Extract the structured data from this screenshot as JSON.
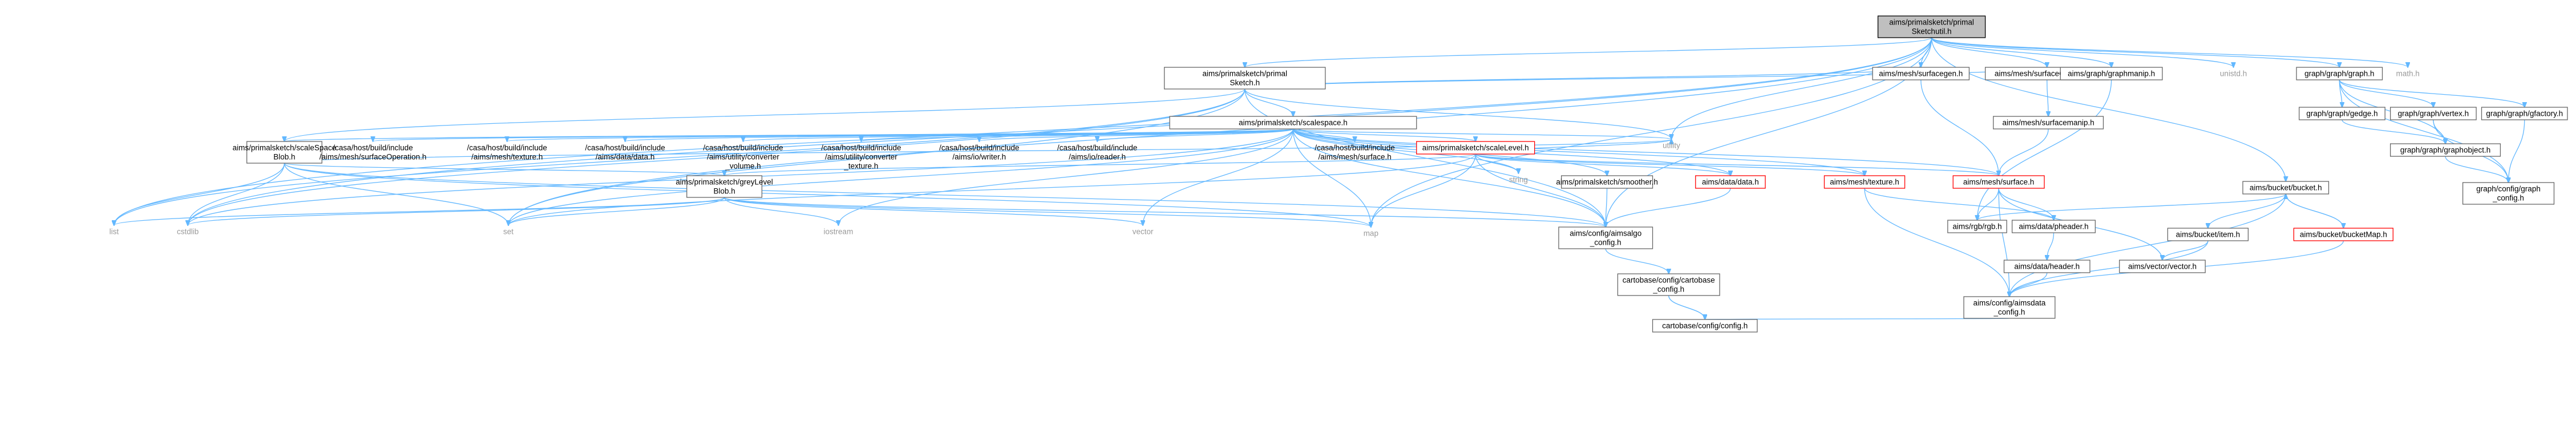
{
  "diagram": {
    "type": "include-dependency-graph",
    "colors": {
      "edge": "#63b8ff",
      "root_fill": "#bfbfbf",
      "node_border": "#666666",
      "highlight_border": "#ff0000",
      "system_header_text": "#9a9a9a"
    },
    "nodes": [
      {
        "id": "root",
        "label": [
          "aims/primalsketch/primal",
          "Sketchutil.h"
        ],
        "kind": "root"
      },
      {
        "id": "primalSketch",
        "label": [
          "aims/primalsketch/primal",
          "Sketch.h"
        ],
        "kind": "normal"
      },
      {
        "id": "scalespace",
        "label": [
          "aims/primalsketch/scalespace.h"
        ],
        "kind": "normal"
      },
      {
        "id": "ssblob",
        "label": [
          "aims/primalsketch/scaleSpace",
          "Blob.h"
        ],
        "kind": "normal"
      },
      {
        "id": "scalelevel",
        "label": [
          "aims/primalsketch/scaleLevel.h"
        ],
        "kind": "red"
      },
      {
        "id": "greylevel",
        "label": [
          "aims/primalsketch/greyLevel",
          "Blob.h"
        ],
        "kind": "normal"
      },
      {
        "id": "smoother",
        "label": [
          "aims/primalsketch/smoother.h"
        ],
        "kind": "normal"
      },
      {
        "id": "c_surfop",
        "label": [
          "/casa/host/build/include",
          "/aims/mesh/surfaceOperation.h"
        ],
        "kind": "plain"
      },
      {
        "id": "c_texture",
        "label": [
          "/casa/host/build/include",
          "/aims/mesh/texture.h"
        ],
        "kind": "plain"
      },
      {
        "id": "c_data",
        "label": [
          "/casa/host/build/include",
          "/aims/data/data.h"
        ],
        "kind": "plain"
      },
      {
        "id": "c_convvol",
        "label": [
          "/casa/host/build/include",
          "/aims/utility/converter",
          "_volume.h"
        ],
        "kind": "plain"
      },
      {
        "id": "c_convtex",
        "label": [
          "/casa/host/build/include",
          "/aims/utility/converter",
          "_texture.h"
        ],
        "kind": "plain"
      },
      {
        "id": "c_writer",
        "label": [
          "/casa/host/build/include",
          "/aims/io/writer.h"
        ],
        "kind": "plain"
      },
      {
        "id": "c_reader",
        "label": [
          "/casa/host/build/include",
          "/aims/io/reader.h"
        ],
        "kind": "plain"
      },
      {
        "id": "c_surface",
        "label": [
          "/casa/host/build/include",
          "/aims/mesh/surface.h"
        ],
        "kind": "plain"
      },
      {
        "id": "string",
        "label": [
          "string"
        ],
        "kind": "grey"
      },
      {
        "id": "utility",
        "label": [
          "utility"
        ],
        "kind": "grey"
      },
      {
        "id": "datadata",
        "label": [
          "aims/data/data.h"
        ],
        "kind": "red"
      },
      {
        "id": "meshtexture",
        "label": [
          "aims/mesh/texture.h"
        ],
        "kind": "red"
      },
      {
        "id": "meshsurface",
        "label": [
          "aims/mesh/surface.h"
        ],
        "kind": "red"
      },
      {
        "id": "surfacegen",
        "label": [
          "aims/mesh/surfacegen.h"
        ],
        "kind": "normal"
      },
      {
        "id": "surfaceop",
        "label": [
          "aims/mesh/surfaceOperation.h"
        ],
        "kind": "normal"
      },
      {
        "id": "surfacemanip",
        "label": [
          "aims/mesh/surfacemanip.h"
        ],
        "kind": "normal"
      },
      {
        "id": "graphmanip",
        "label": [
          "aims/graph/graphmanip.h"
        ],
        "kind": "normal"
      },
      {
        "id": "unistd",
        "label": [
          "unistd.h"
        ],
        "kind": "grey"
      },
      {
        "id": "graphh",
        "label": [
          "graph/graph/graph.h"
        ],
        "kind": "normal"
      },
      {
        "id": "mathh",
        "label": [
          "math.h"
        ],
        "kind": "grey"
      },
      {
        "id": "gedge",
        "label": [
          "graph/graph/gedge.h"
        ],
        "kind": "normal"
      },
      {
        "id": "gvertex",
        "label": [
          "graph/graph/vertex.h"
        ],
        "kind": "normal"
      },
      {
        "id": "gfactory",
        "label": [
          "graph/graph/gfactory.h"
        ],
        "kind": "normal"
      },
      {
        "id": "graphobject",
        "label": [
          "graph/graph/graphobject.h"
        ],
        "kind": "normal"
      },
      {
        "id": "graphconfig",
        "label": [
          "graph/config/graph",
          "_config.h"
        ],
        "kind": "normal"
      },
      {
        "id": "bucket",
        "label": [
          "aims/bucket/bucket.h"
        ],
        "kind": "normal"
      },
      {
        "id": "bucketitem",
        "label": [
          "aims/bucket/item.h"
        ],
        "kind": "normal"
      },
      {
        "id": "bucketmap",
        "label": [
          "aims/bucket/bucketMap.h"
        ],
        "kind": "red"
      },
      {
        "id": "rgb",
        "label": [
          "aims/rgb/rgb.h"
        ],
        "kind": "normal"
      },
      {
        "id": "pheader",
        "label": [
          "aims/data/pheader.h"
        ],
        "kind": "normal"
      },
      {
        "id": "dataheader",
        "label": [
          "aims/data/header.h"
        ],
        "kind": "normal"
      },
      {
        "id": "vector_h",
        "label": [
          "aims/vector/vector.h"
        ],
        "kind": "normal"
      },
      {
        "id": "aimsdata_cfg",
        "label": [
          "aims/config/aimsdata",
          "_config.h"
        ],
        "kind": "normal"
      },
      {
        "id": "aimsalgo_cfg",
        "label": [
          "aims/config/aimsalgo",
          "_config.h"
        ],
        "kind": "normal"
      },
      {
        "id": "carto_cfg",
        "label": [
          "cartobase/config/cartobase",
          "_config.h"
        ],
        "kind": "normal"
      },
      {
        "id": "carto_config",
        "label": [
          "cartobase/config/config.h"
        ],
        "kind": "normal"
      },
      {
        "id": "list",
        "label": [
          "list"
        ],
        "kind": "grey"
      },
      {
        "id": "cstdlib",
        "label": [
          "cstdlib"
        ],
        "kind": "grey"
      },
      {
        "id": "set",
        "label": [
          "set"
        ],
        "kind": "grey"
      },
      {
        "id": "iostream",
        "label": [
          "iostream"
        ],
        "kind": "grey"
      },
      {
        "id": "vector",
        "label": [
          "vector"
        ],
        "kind": "grey"
      },
      {
        "id": "map",
        "label": [
          "map"
        ],
        "kind": "grey"
      }
    ],
    "edges": [
      [
        "root",
        "primalSketch"
      ],
      [
        "root",
        "list"
      ],
      [
        "root",
        "cstdlib"
      ],
      [
        "root",
        "set"
      ],
      [
        "root",
        "map"
      ],
      [
        "root",
        "utility"
      ],
      [
        "root",
        "surfacegen"
      ],
      [
        "root",
        "surfaceop"
      ],
      [
        "root",
        "graphmanip"
      ],
      [
        "root",
        "unistd"
      ],
      [
        "root",
        "graphh"
      ],
      [
        "root",
        "mathh"
      ],
      [
        "root",
        "bucket"
      ],
      [
        "root",
        "aimsalgo_cfg"
      ],
      [
        "primalSketch",
        "scalespace"
      ],
      [
        "primalSketch",
        "ssblob"
      ],
      [
        "primalSketch",
        "list"
      ],
      [
        "primalSketch",
        "cstdlib"
      ],
      [
        "primalSketch",
        "set"
      ],
      [
        "primalSketch",
        "utility"
      ],
      [
        "primalSketch",
        "surfacegen"
      ],
      [
        "primalSketch",
        "surfaceop"
      ],
      [
        "primalSketch",
        "aimsalgo_cfg"
      ],
      [
        "scalespace",
        "ssblob"
      ],
      [
        "scalespace",
        "c_surfop"
      ],
      [
        "scalespace",
        "c_texture"
      ],
      [
        "scalespace",
        "c_data"
      ],
      [
        "scalespace",
        "c_convvol"
      ],
      [
        "scalespace",
        "c_convtex"
      ],
      [
        "scalespace",
        "c_writer"
      ],
      [
        "scalespace",
        "c_reader"
      ],
      [
        "scalespace",
        "c_surface"
      ],
      [
        "scalespace",
        "scalelevel"
      ],
      [
        "scalespace",
        "smoother"
      ],
      [
        "scalespace",
        "datadata"
      ],
      [
        "scalespace",
        "meshtexture"
      ],
      [
        "scalespace",
        "meshsurface"
      ],
      [
        "scalespace",
        "string"
      ],
      [
        "scalespace",
        "utility"
      ],
      [
        "scalespace",
        "map"
      ],
      [
        "scalespace",
        "set"
      ],
      [
        "scalespace",
        "cstdlib"
      ],
      [
        "scalespace",
        "iostream"
      ],
      [
        "scalespace",
        "vector"
      ],
      [
        "scalespace",
        "aimsalgo_cfg"
      ],
      [
        "ssblob",
        "greylevel"
      ],
      [
        "ssblob",
        "list"
      ],
      [
        "ssblob",
        "set"
      ],
      [
        "ssblob",
        "cstdlib"
      ],
      [
        "ssblob",
        "utility"
      ],
      [
        "ssblob",
        "map"
      ],
      [
        "ssblob",
        "aimsalgo_cfg"
      ],
      [
        "scalelevel",
        "greylevel"
      ],
      [
        "scalelevel",
        "datadata"
      ],
      [
        "scalelevel",
        "meshtexture"
      ],
      [
        "scalelevel",
        "meshsurface"
      ],
      [
        "scalelevel",
        "string"
      ],
      [
        "scalelevel",
        "utility"
      ],
      [
        "scalelevel",
        "map"
      ],
      [
        "scalelevel",
        "set"
      ],
      [
        "scalelevel",
        "aimsalgo_cfg"
      ],
      [
        "greylevel",
        "list"
      ],
      [
        "greylevel",
        "cstdlib"
      ],
      [
        "greylevel",
        "set"
      ],
      [
        "greylevel",
        "iostream"
      ],
      [
        "greylevel",
        "vector"
      ],
      [
        "greylevel",
        "map"
      ],
      [
        "greylevel",
        "aimsalgo_cfg"
      ],
      [
        "smoother",
        "aimsalgo_cfg"
      ],
      [
        "datadata",
        "aimsalgo_cfg"
      ],
      [
        "meshtexture",
        "pheader"
      ],
      [
        "meshtexture",
        "aimsdata_cfg"
      ],
      [
        "meshsurface",
        "pheader"
      ],
      [
        "meshsurface",
        "rgb"
      ],
      [
        "meshsurface",
        "vector_h"
      ],
      [
        "meshsurface",
        "aimsdata_cfg"
      ],
      [
        "surfacegen",
        "meshsurface"
      ],
      [
        "surfaceop",
        "surfacemanip"
      ],
      [
        "surfacemanip",
        "meshsurface"
      ],
      [
        "graphmanip",
        "rgb"
      ],
      [
        "graphh",
        "gedge"
      ],
      [
        "graphh",
        "gvertex"
      ],
      [
        "graphh",
        "gfactory"
      ],
      [
        "graphh",
        "graphobject"
      ],
      [
        "graphh",
        "graphconfig"
      ],
      [
        "gedge",
        "graphobject"
      ],
      [
        "gvertex",
        "graphobject"
      ],
      [
        "gvertex",
        "graphconfig"
      ],
      [
        "gfactory",
        "graphconfig"
      ],
      [
        "graphobject",
        "graphconfig"
      ],
      [
        "bucket",
        "bucketitem"
      ],
      [
        "bucket",
        "bucketmap"
      ],
      [
        "bucket",
        "rgb"
      ],
      [
        "bucket",
        "aimsdata_cfg"
      ],
      [
        "bucketmap",
        "bucket"
      ],
      [
        "bucketmap",
        "aimsdata_cfg"
      ],
      [
        "bucketitem",
        "vector_h"
      ],
      [
        "bucketitem",
        "aimsdata_cfg"
      ],
      [
        "pheader",
        "dataheader"
      ],
      [
        "dataheader",
        "aimsdata_cfg"
      ],
      [
        "aimsalgo_cfg",
        "carto_cfg"
      ],
      [
        "carto_cfg",
        "carto_config"
      ],
      [
        "carto_cfg",
        "carto_config"
      ],
      [
        "aimsdata_cfg",
        "carto_config"
      ]
    ]
  }
}
